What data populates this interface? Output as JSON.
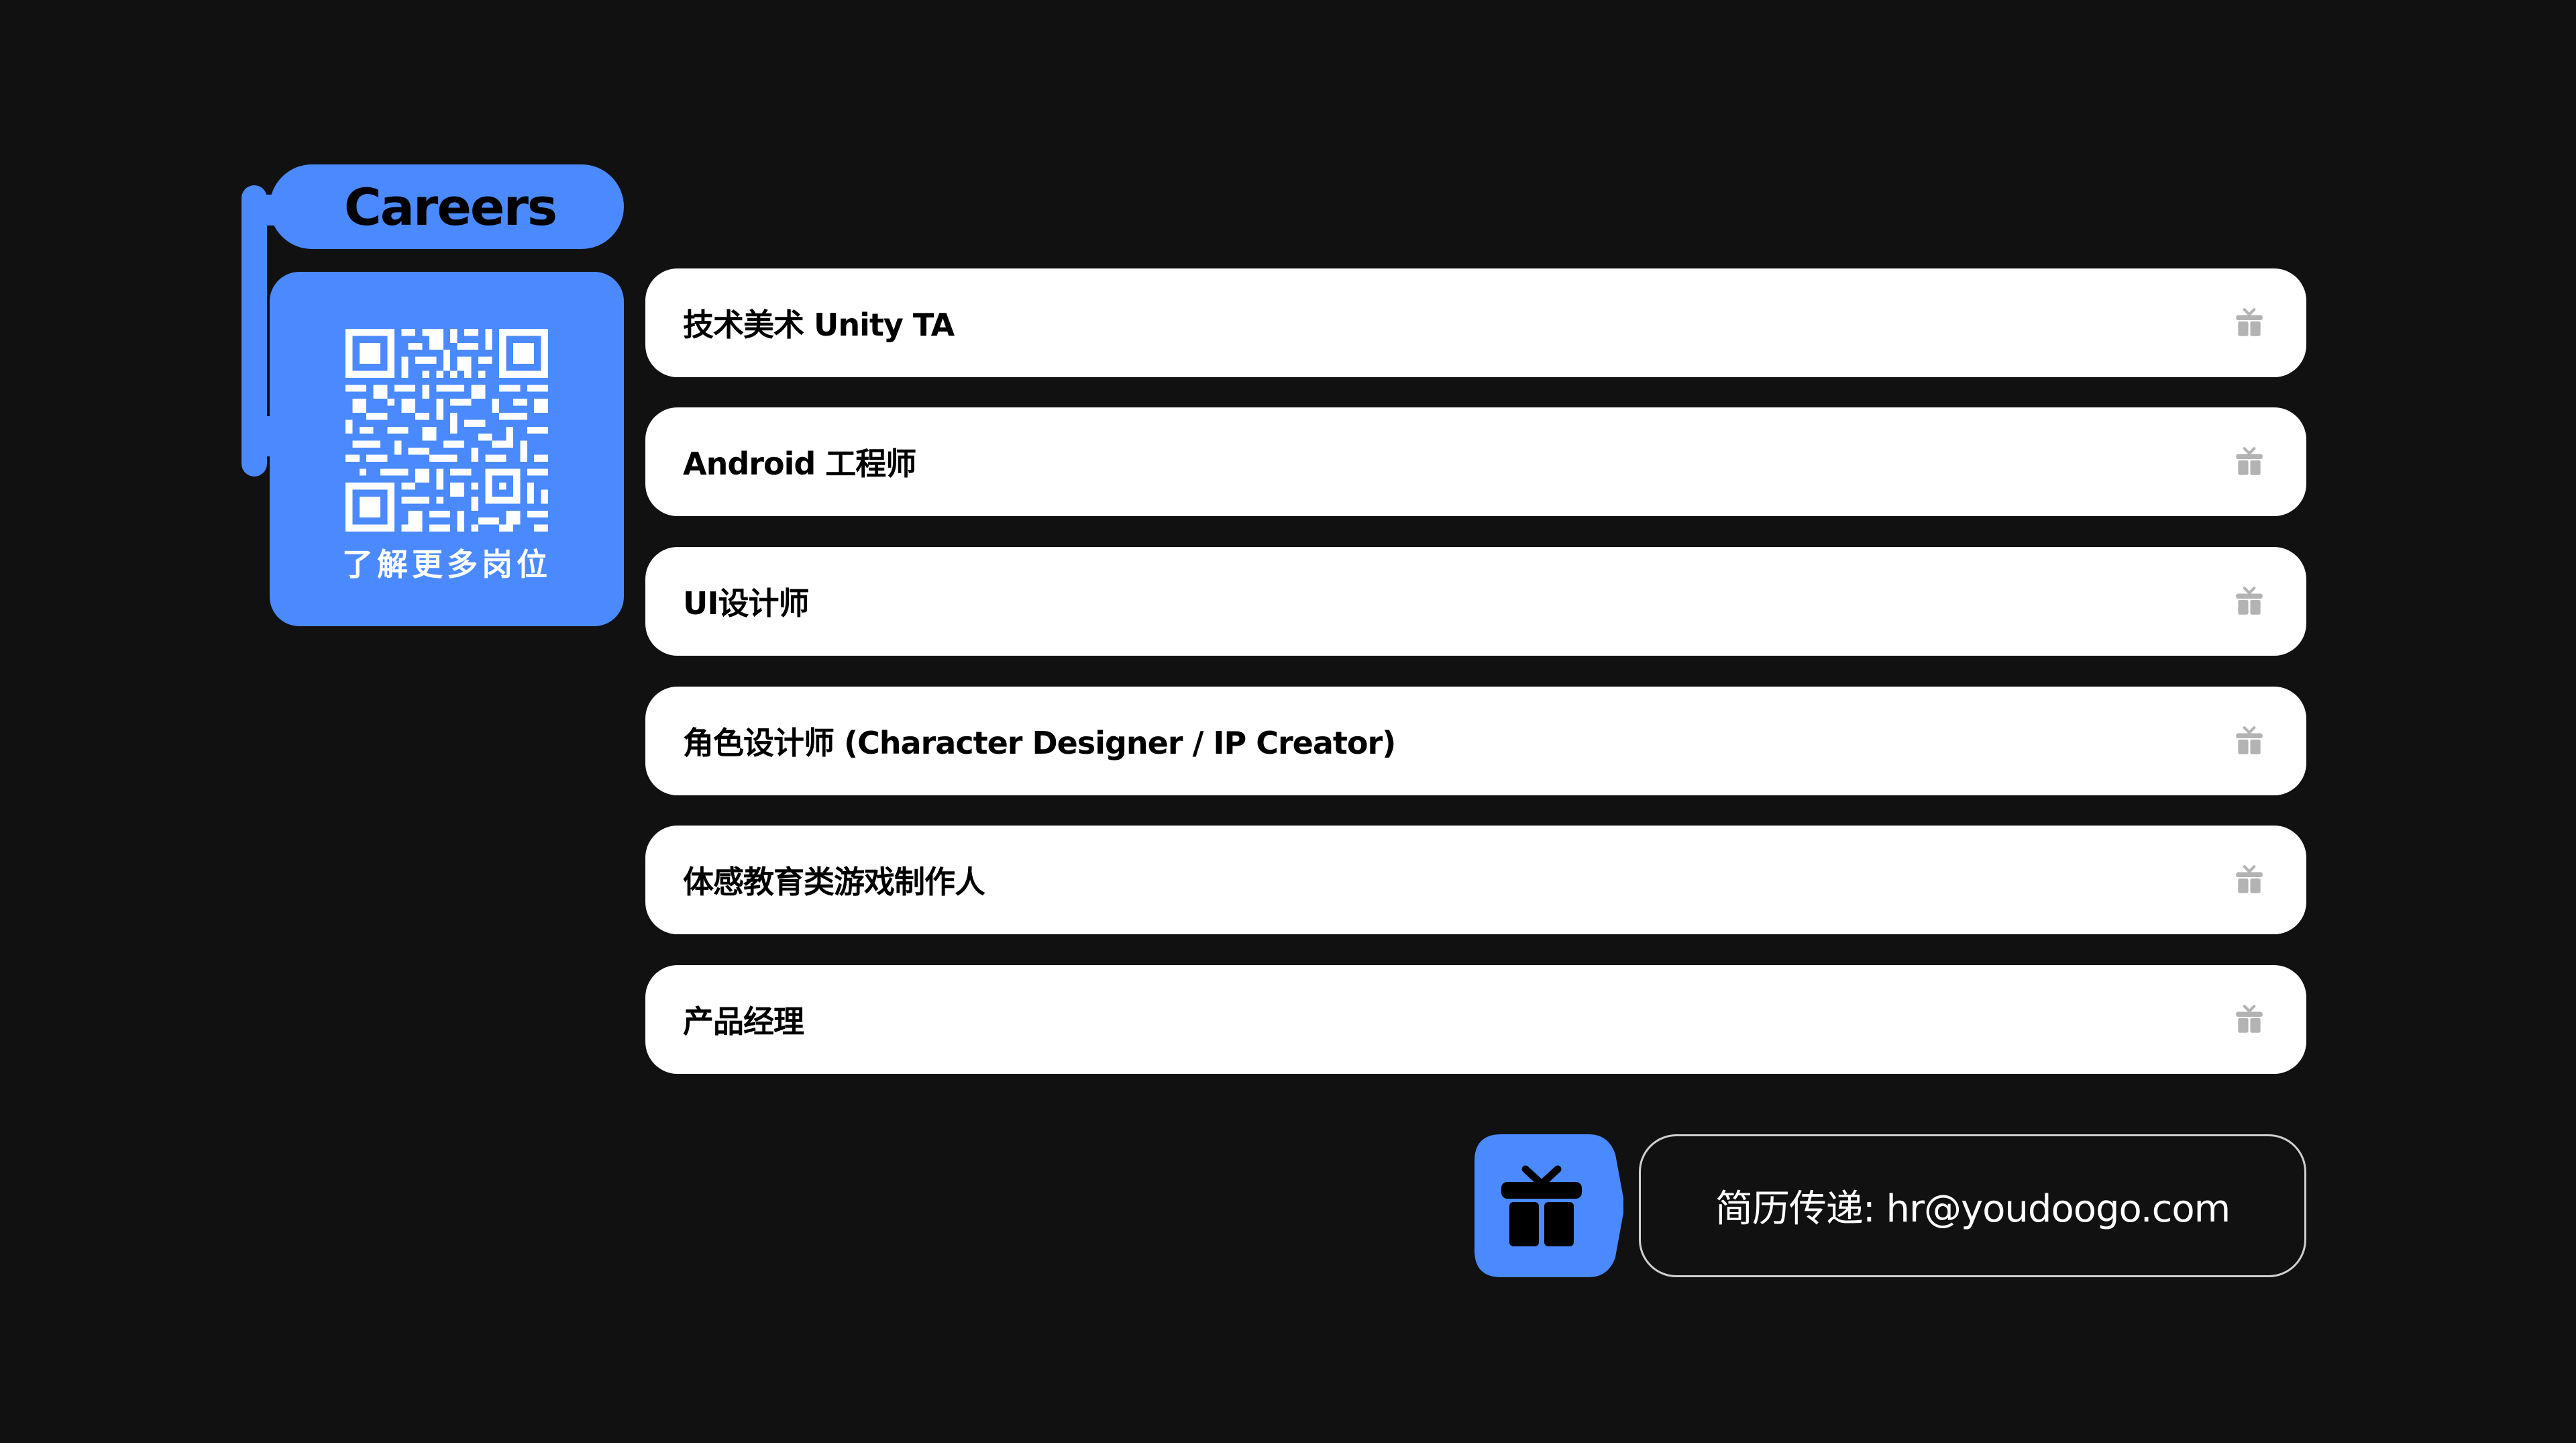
{
  "colors": {
    "background": "#111111",
    "accent": "#4a8afe",
    "row_background": "#ffffff",
    "row_icon": "#b3b3b3",
    "email_border": "#cfcfcf"
  },
  "header": {
    "title": "Careers"
  },
  "qr_card": {
    "icon": "qr-code",
    "caption": "了解更多岗位"
  },
  "jobs": [
    {
      "title": "技术美术 Unity TA",
      "icon": "gift-icon"
    },
    {
      "title": "Android 工程师",
      "icon": "gift-icon"
    },
    {
      "title": "UI设计师",
      "icon": "gift-icon"
    },
    {
      "title": "角色设计师 (Character Designer / IP Creator)",
      "icon": "gift-icon"
    },
    {
      "title": "体感教育类游戏制作人",
      "icon": "gift-icon"
    },
    {
      "title": "产品经理",
      "icon": "gift-icon"
    }
  ],
  "contact": {
    "icon": "gift-icon",
    "text": "简历传递: hr@youdoogo.com"
  }
}
